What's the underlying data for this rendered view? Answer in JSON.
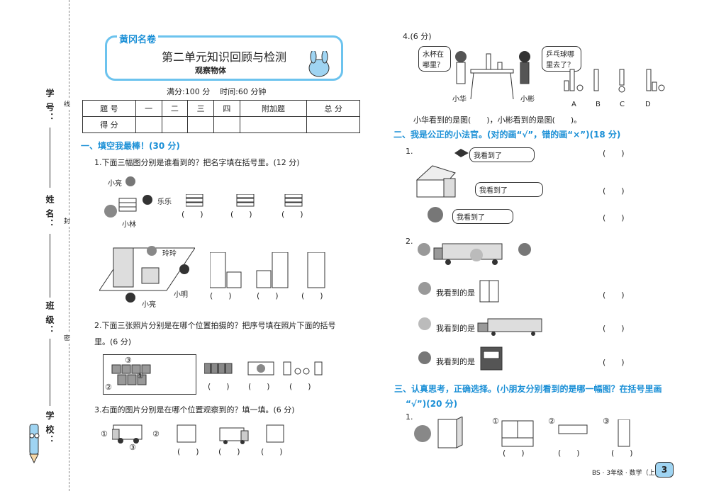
{
  "side": {
    "school_label": "学 校：",
    "class_label": "班 级：",
    "name_label": "姓 名：",
    "id_label": "学 号：",
    "cut_1": "线",
    "cut_2": "封",
    "cut_3": "密"
  },
  "header": {
    "logo": "黄冈名卷",
    "title": "第二单元知识回顾与检测",
    "subtitle": "观察物体",
    "meta": "满分:100 分    时间:60 分钟"
  },
  "score_table": {
    "row1": [
      "题 号",
      "一",
      "二",
      "三",
      "四",
      "附加题",
      "总 分"
    ],
    "row2_label": "得 分"
  },
  "section1": {
    "title": "一、填空我最棒！(30 分)",
    "q1": "1.下面三幅图分别是谁看到的？把名字填在括号里。(12 分)",
    "q1_names": [
      "小亮",
      "乐乐",
      "小林"
    ],
    "q1b_names": [
      "玲玲",
      "小明",
      "小亮"
    ],
    "q2_line1": "2.下面三张照片分别是在哪个位置拍摄的？把序号填在照片下面的括号",
    "q2_line2": "里。(6 分)",
    "q2_marks": [
      "③",
      "①",
      "②"
    ],
    "q3": "3.右面的图片分别是在哪个位置观察到的？填一填。(6 分)",
    "q3_marks": [
      "①",
      "②",
      "③"
    ],
    "paren": "(　　)"
  },
  "q4": {
    "label": "4.(6 分)",
    "bubble_left": "水杯在哪里？",
    "bubble_right": "乒乓球哪里去了？",
    "name_left": "小华",
    "name_right": "小彬",
    "options": [
      "A",
      "B",
      "C",
      "D"
    ],
    "answer_line": "小华看到的是图(　　)，小彬看到的是图(　　)。"
  },
  "section2": {
    "title": "二、我是公正的小法官。(对的画“√”，错的画“×”)(18 分)",
    "q1": "1.",
    "bubbles": [
      "我看到了",
      "我看到了",
      "我看到了"
    ],
    "q2": "2.",
    "seen": [
      "我看到的是",
      "我看到的是",
      "我看到的是"
    ],
    "paren": "(　　)"
  },
  "section3": {
    "title_line1": "三、认真思考，正确选择。(小朋友分别看到的是哪一幅图？在括号里画",
    "title_line2": "“√”)(20 分)",
    "q1": "1.",
    "marks": [
      "①",
      "②",
      "③"
    ],
    "paren": "(　　)"
  },
  "footer": {
    "text": "BS · 3年级 · 数学（上）",
    "page": "3"
  },
  "colors": {
    "accent": "#1a8fd6",
    "frame": "#6cc3ee"
  }
}
